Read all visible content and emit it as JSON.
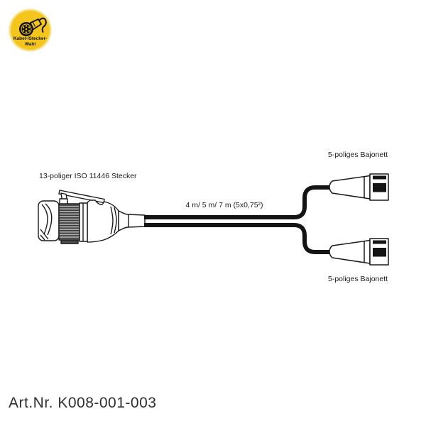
{
  "logo": {
    "text_line1": "Kabel-/Stecker-",
    "text_line2": "Wahl",
    "background_color": "#F3C51D",
    "icon": "plug-with-cable-icon"
  },
  "diagram": {
    "left_connector": {
      "label": "13-poliger ISO 11446 Stecker"
    },
    "cable": {
      "label": "4 m/ 5 m/ 7 m (5x0,75²)",
      "color": "#141414"
    },
    "top_connector": {
      "label": "5-poliges Bajonett"
    },
    "bottom_connector": {
      "label": "5-poliges Bajonett"
    },
    "line_color": "#1A1A1A"
  },
  "footer": {
    "article_number": "Art.Nr. K008-001-003"
  }
}
